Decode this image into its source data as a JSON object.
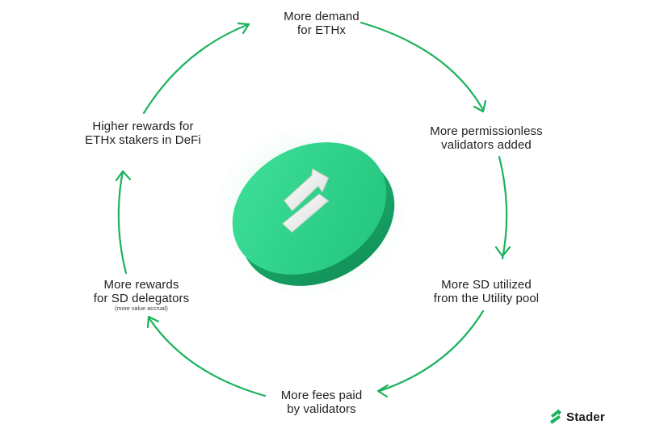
{
  "colors": {
    "cycle_green": "#1bb35c",
    "coin_green": "#2ed48a",
    "coin_dark": "#17a866",
    "text": "#1f1f1f"
  },
  "cycle_nodes": [
    {
      "lines": [
        "More demand",
        "for ETHx"
      ]
    },
    {
      "lines": [
        "More permissionless",
        "validators added"
      ]
    },
    {
      "lines": [
        "More SD utilized",
        "from the Utility pool"
      ]
    },
    {
      "lines": [
        "More fees paid",
        "by validators"
      ]
    },
    {
      "lines": [
        "More rewards",
        "for SD delegators"
      ],
      "note": "(more value accrual)"
    },
    {
      "lines": [
        "Higher rewards for",
        "ETHx stakers in DeFi"
      ]
    }
  ],
  "brand": {
    "name": "Stader",
    "logo_icon": "stader-logo-icon"
  },
  "center_icon": "stader-coin-icon"
}
